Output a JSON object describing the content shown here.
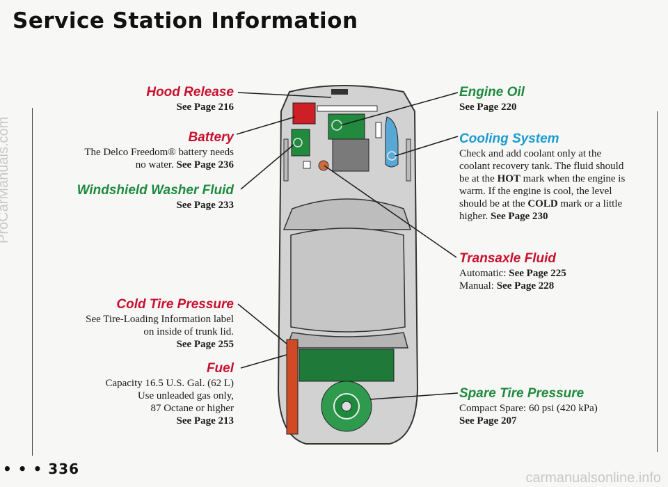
{
  "title": "Service Station Information",
  "side_watermark": "ProCarManuals.com",
  "footer_watermark": "carmanualsonline.info",
  "page_number": "336",
  "page_number_prefix": "• • •",
  "colors": {
    "red": "#c8102e",
    "green": "#1e8a3e",
    "blue": "#1b9bd1"
  },
  "items": {
    "hood_release": {
      "label": "Hood Release",
      "ref": "See Page 216"
    },
    "battery": {
      "label": "Battery",
      "desc1": "The Delco Freedom® battery needs",
      "desc2": "no water.",
      "ref": "See Page 236"
    },
    "washer_fluid": {
      "label": "Windshield Washer Fluid",
      "ref": "See Page 233"
    },
    "cold_tire": {
      "label": "Cold Tire Pressure",
      "desc1": "See Tire-Loading Information label",
      "desc2": "on inside of trunk lid.",
      "ref": "See Page 255"
    },
    "fuel": {
      "label": "Fuel",
      "desc1": "Capacity 16.5 U.S. Gal. (62 L)",
      "desc2": "Use unleaded gas only,",
      "desc3": "87 Octane or higher",
      "ref": "See Page 213"
    },
    "engine_oil": {
      "label": "Engine Oil",
      "ref": "See Page 220"
    },
    "cooling": {
      "label": "Cooling System",
      "l1": "Check and add coolant only at the",
      "l2": "coolant recovery tank. The fluid should",
      "l3a": "be at the",
      "l3b": "HOT",
      "l3c": "mark when the engine is",
      "l4": "warm. If the engine is cool, the level",
      "l5a": "should be at the",
      "l5b": "COLD",
      "l5c": "mark or a little",
      "l6": "higher.",
      "ref": "See Page 230"
    },
    "transaxle": {
      "label": "Transaxle Fluid",
      "auto_label": "Automatic:",
      "auto_ref": "See Page 225",
      "manual_label": "Manual:",
      "manual_ref": "See Page 228"
    },
    "spare": {
      "label": "Spare Tire Pressure",
      "desc": "Compact Spare: 60 psi (420 kPa)",
      "ref": "See Page 207"
    }
  }
}
